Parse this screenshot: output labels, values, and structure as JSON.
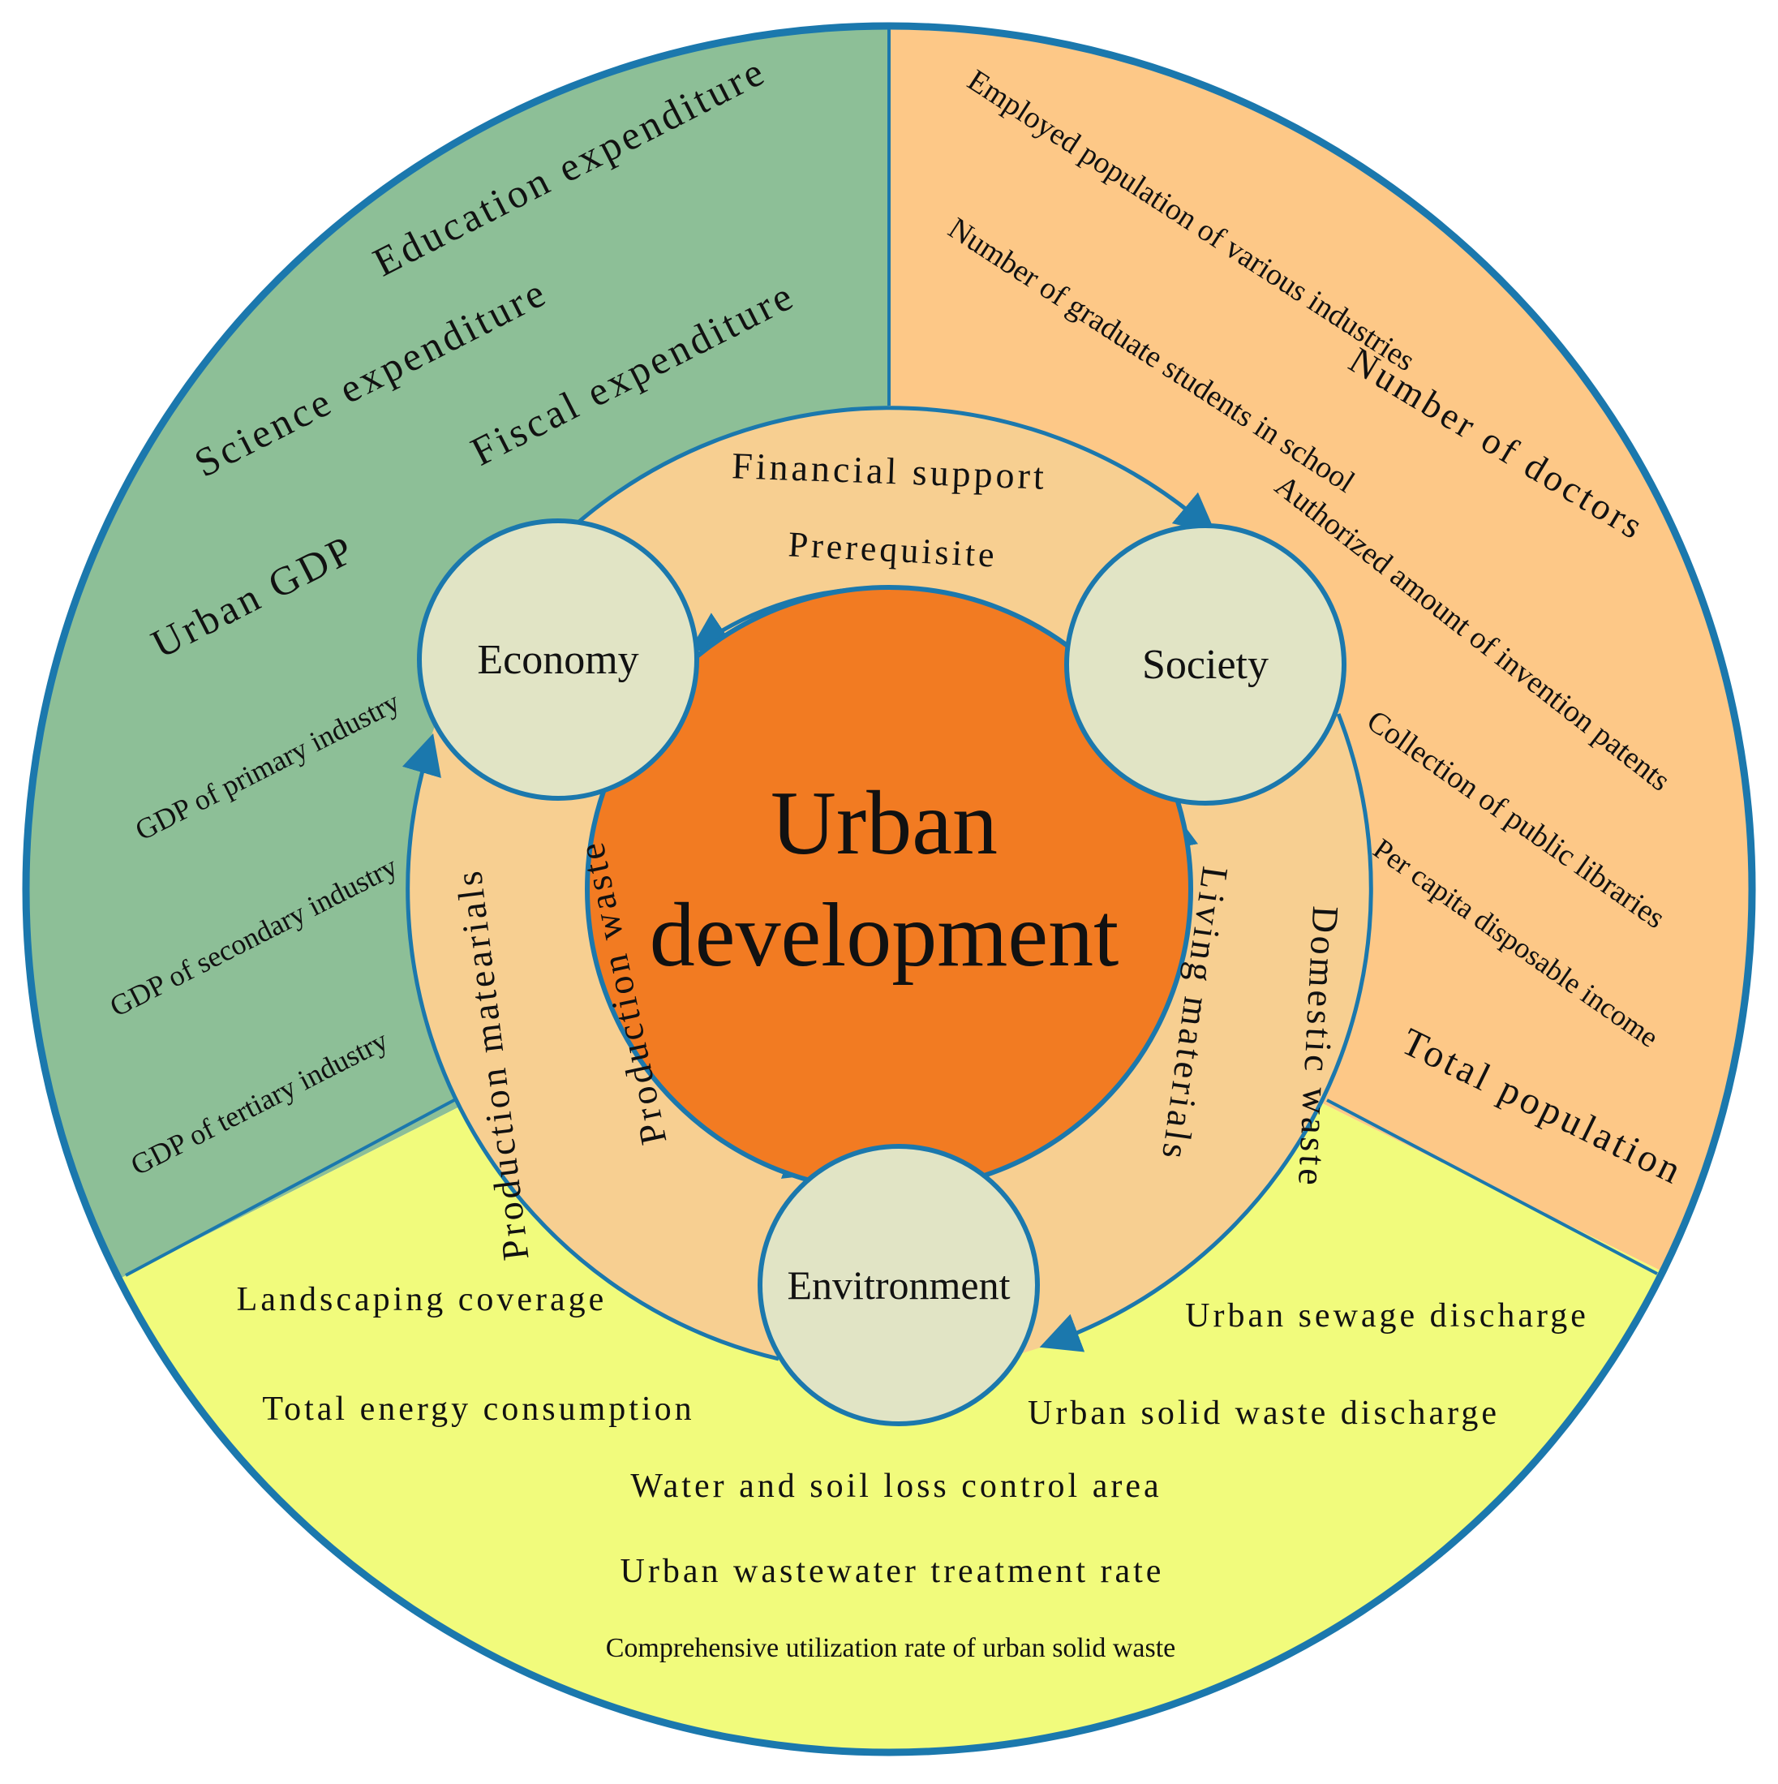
{
  "center": {
    "line1": "Urban",
    "line2": "development"
  },
  "nodes": {
    "economy": "Economy",
    "society": "Society",
    "environment": "Envitronment"
  },
  "ring_labels": {
    "financial_support": "Financial support",
    "prerequisite": "Prerequisite",
    "living_materials": "Living materials",
    "domestic_waste": "Domestic waste",
    "production_waste": "Production waste",
    "production_materials": "Production matearials"
  },
  "economy_indicators": {
    "education_expenditure": "Education expenditure",
    "science_expenditure": "Science expenditure",
    "fiscal_expenditure": "Fiscal expenditure",
    "urban_gdp": "Urban GDP",
    "gdp_primary": "GDP of primary industry",
    "gdp_secondary": "GDP of secondary industry",
    "gdp_tertiary": "GDP of tertiary industry"
  },
  "society_indicators": {
    "employed_population": "Employed population of various industries",
    "graduate_students": "Number of graduate students in school",
    "number_of_doctors": "Number of doctors",
    "invention_patents": "Authorized amount of invention patents",
    "public_libraries": "Collection of public libraries",
    "disposable_income": "Per capita disposable income",
    "total_population": "Total population"
  },
  "environment_indicators": {
    "landscaping": "Landscaping coverage",
    "sewage": "Urban sewage discharge",
    "energy": "Total energy consumption",
    "solid_waste_discharge": "Urban solid waste discharge",
    "soil_loss": "Water and soil loss control area",
    "wastewater": "Urban wastewater treatment rate",
    "solid_waste_utilization": "Comprehensive utilization rate of urban solid waste"
  },
  "colors": {
    "economy_sector": "#8dbf97",
    "society_sector": "#fdc887",
    "environment_sector": "#f1fb7c",
    "ring": "#f7cf91",
    "center": "#f27b22",
    "node": "#e1e4c5",
    "stroke": "#1b78ad"
  }
}
